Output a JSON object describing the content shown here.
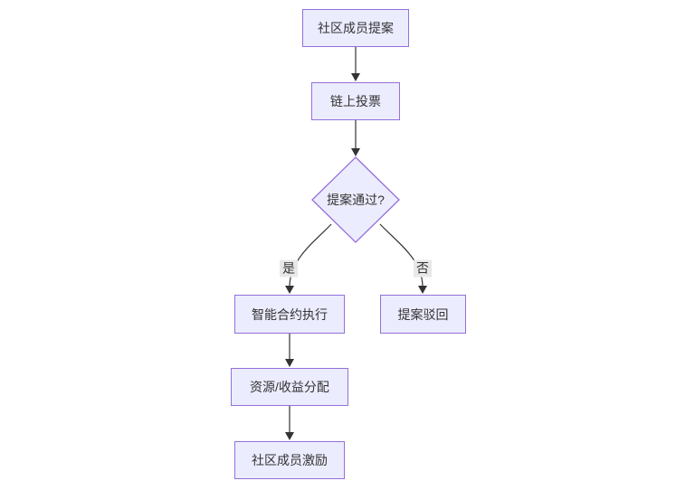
{
  "diagram": {
    "type": "flowchart",
    "direction": "top-down",
    "colors": {
      "background": "#ffffff",
      "node_fill": "#ECECFF",
      "node_border": "#9370DB",
      "text": "#333333",
      "edge": "#333333",
      "edge_label_bg": "#e8e8e8"
    },
    "nodes": [
      {
        "id": "A",
        "shape": "rect",
        "label": "社区成员提案"
      },
      {
        "id": "B",
        "shape": "rect",
        "label": "链上投票"
      },
      {
        "id": "C",
        "shape": "diamond",
        "label": "提案通过?"
      },
      {
        "id": "D",
        "shape": "rect",
        "label": "智能合约执行"
      },
      {
        "id": "E",
        "shape": "rect",
        "label": "提案驳回"
      },
      {
        "id": "F",
        "shape": "rect",
        "label": "资源/收益分配"
      },
      {
        "id": "G",
        "shape": "rect",
        "label": "社区成员激励"
      }
    ],
    "edges": [
      {
        "from": "A",
        "to": "B",
        "label": ""
      },
      {
        "from": "B",
        "to": "C",
        "label": ""
      },
      {
        "from": "C",
        "to": "D",
        "label": "是"
      },
      {
        "from": "C",
        "to": "E",
        "label": "否"
      },
      {
        "from": "D",
        "to": "F",
        "label": ""
      },
      {
        "from": "F",
        "to": "G",
        "label": ""
      }
    ]
  }
}
